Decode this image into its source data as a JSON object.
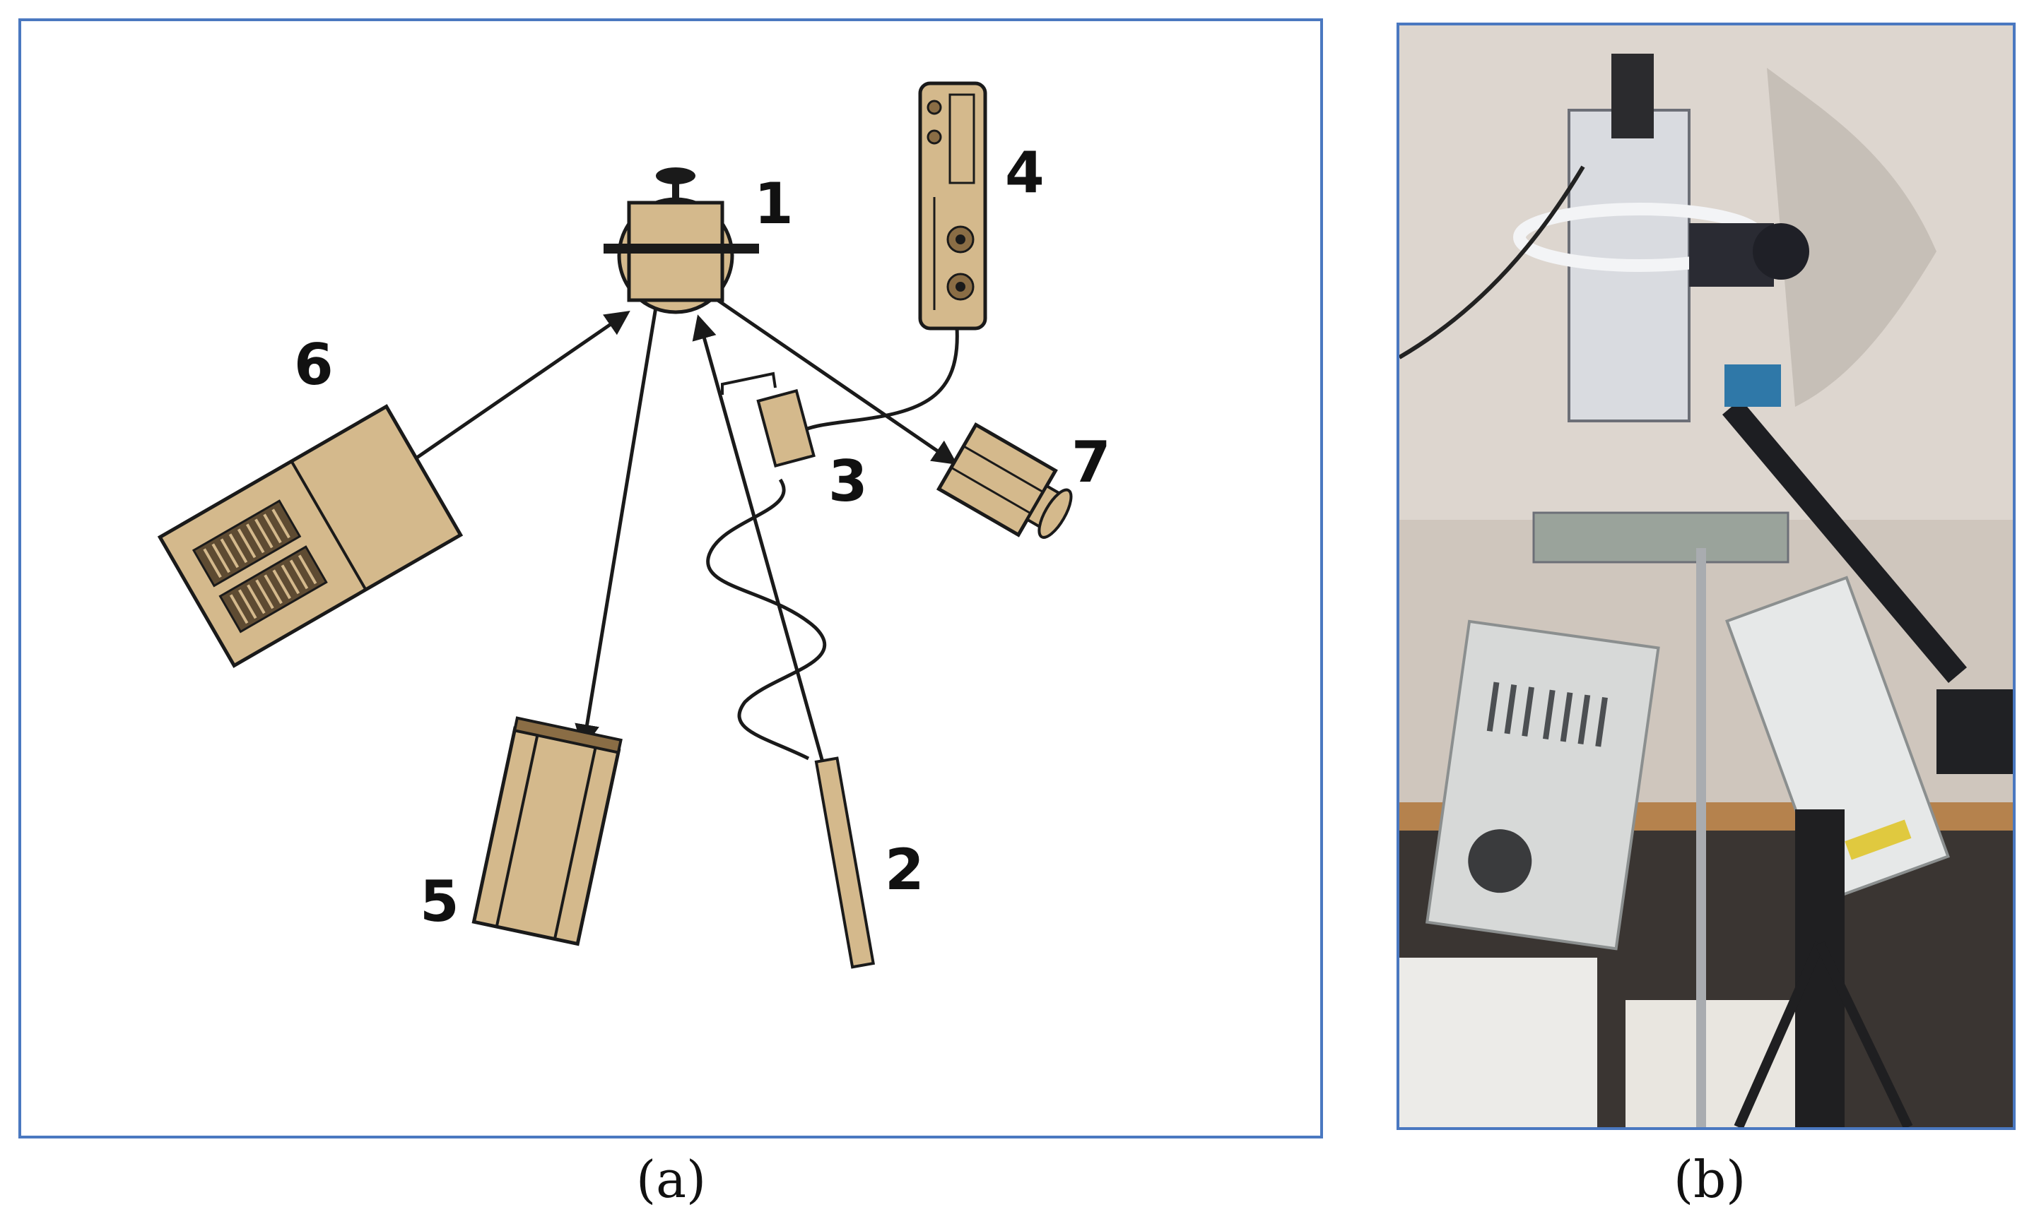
{
  "colors": {
    "frame": "#4a78c0",
    "device_fill": "#d4b98c",
    "stroke": "#1a1a1a"
  },
  "panel_a": {
    "caption": "(a)",
    "labels": {
      "component_1": "1",
      "component_2": "2",
      "component_3": "3",
      "component_4": "4",
      "component_5": "5",
      "component_6": "6",
      "component_7": "7"
    }
  },
  "panel_b": {
    "caption": "(b)",
    "image": "photo of laboratory optical apparatus"
  }
}
